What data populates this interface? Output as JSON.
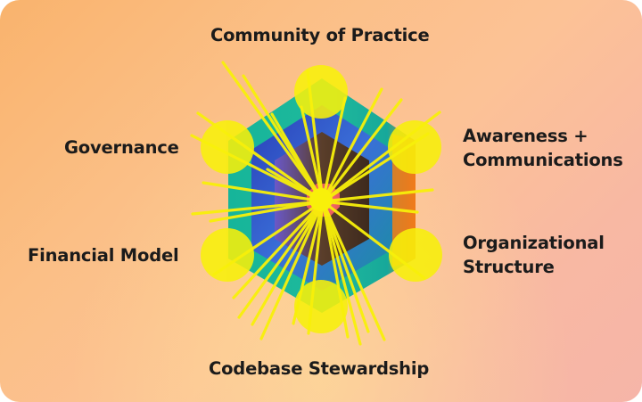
{
  "labels": {
    "top": "Community of Practice",
    "upper_left": "Governance",
    "upper_right_line1": "Awareness +",
    "upper_right_line2": "Communications",
    "lower_left": "Financial Model",
    "lower_right_line1": "Organizational",
    "lower_right_line2": "Structure",
    "bottom": "Codebase Stewardship"
  },
  "colors": {
    "background_start": "#f9b36d",
    "background_end": "#f6b5a8",
    "outer_hexagon": "#19b89a",
    "middle_hexagon": "#2f5fd0",
    "inner_hexagon": "#4a3526",
    "accent_orange": "#f07a1a",
    "core": "#f26d6d",
    "circles_and_rays": "#f8f00a"
  }
}
